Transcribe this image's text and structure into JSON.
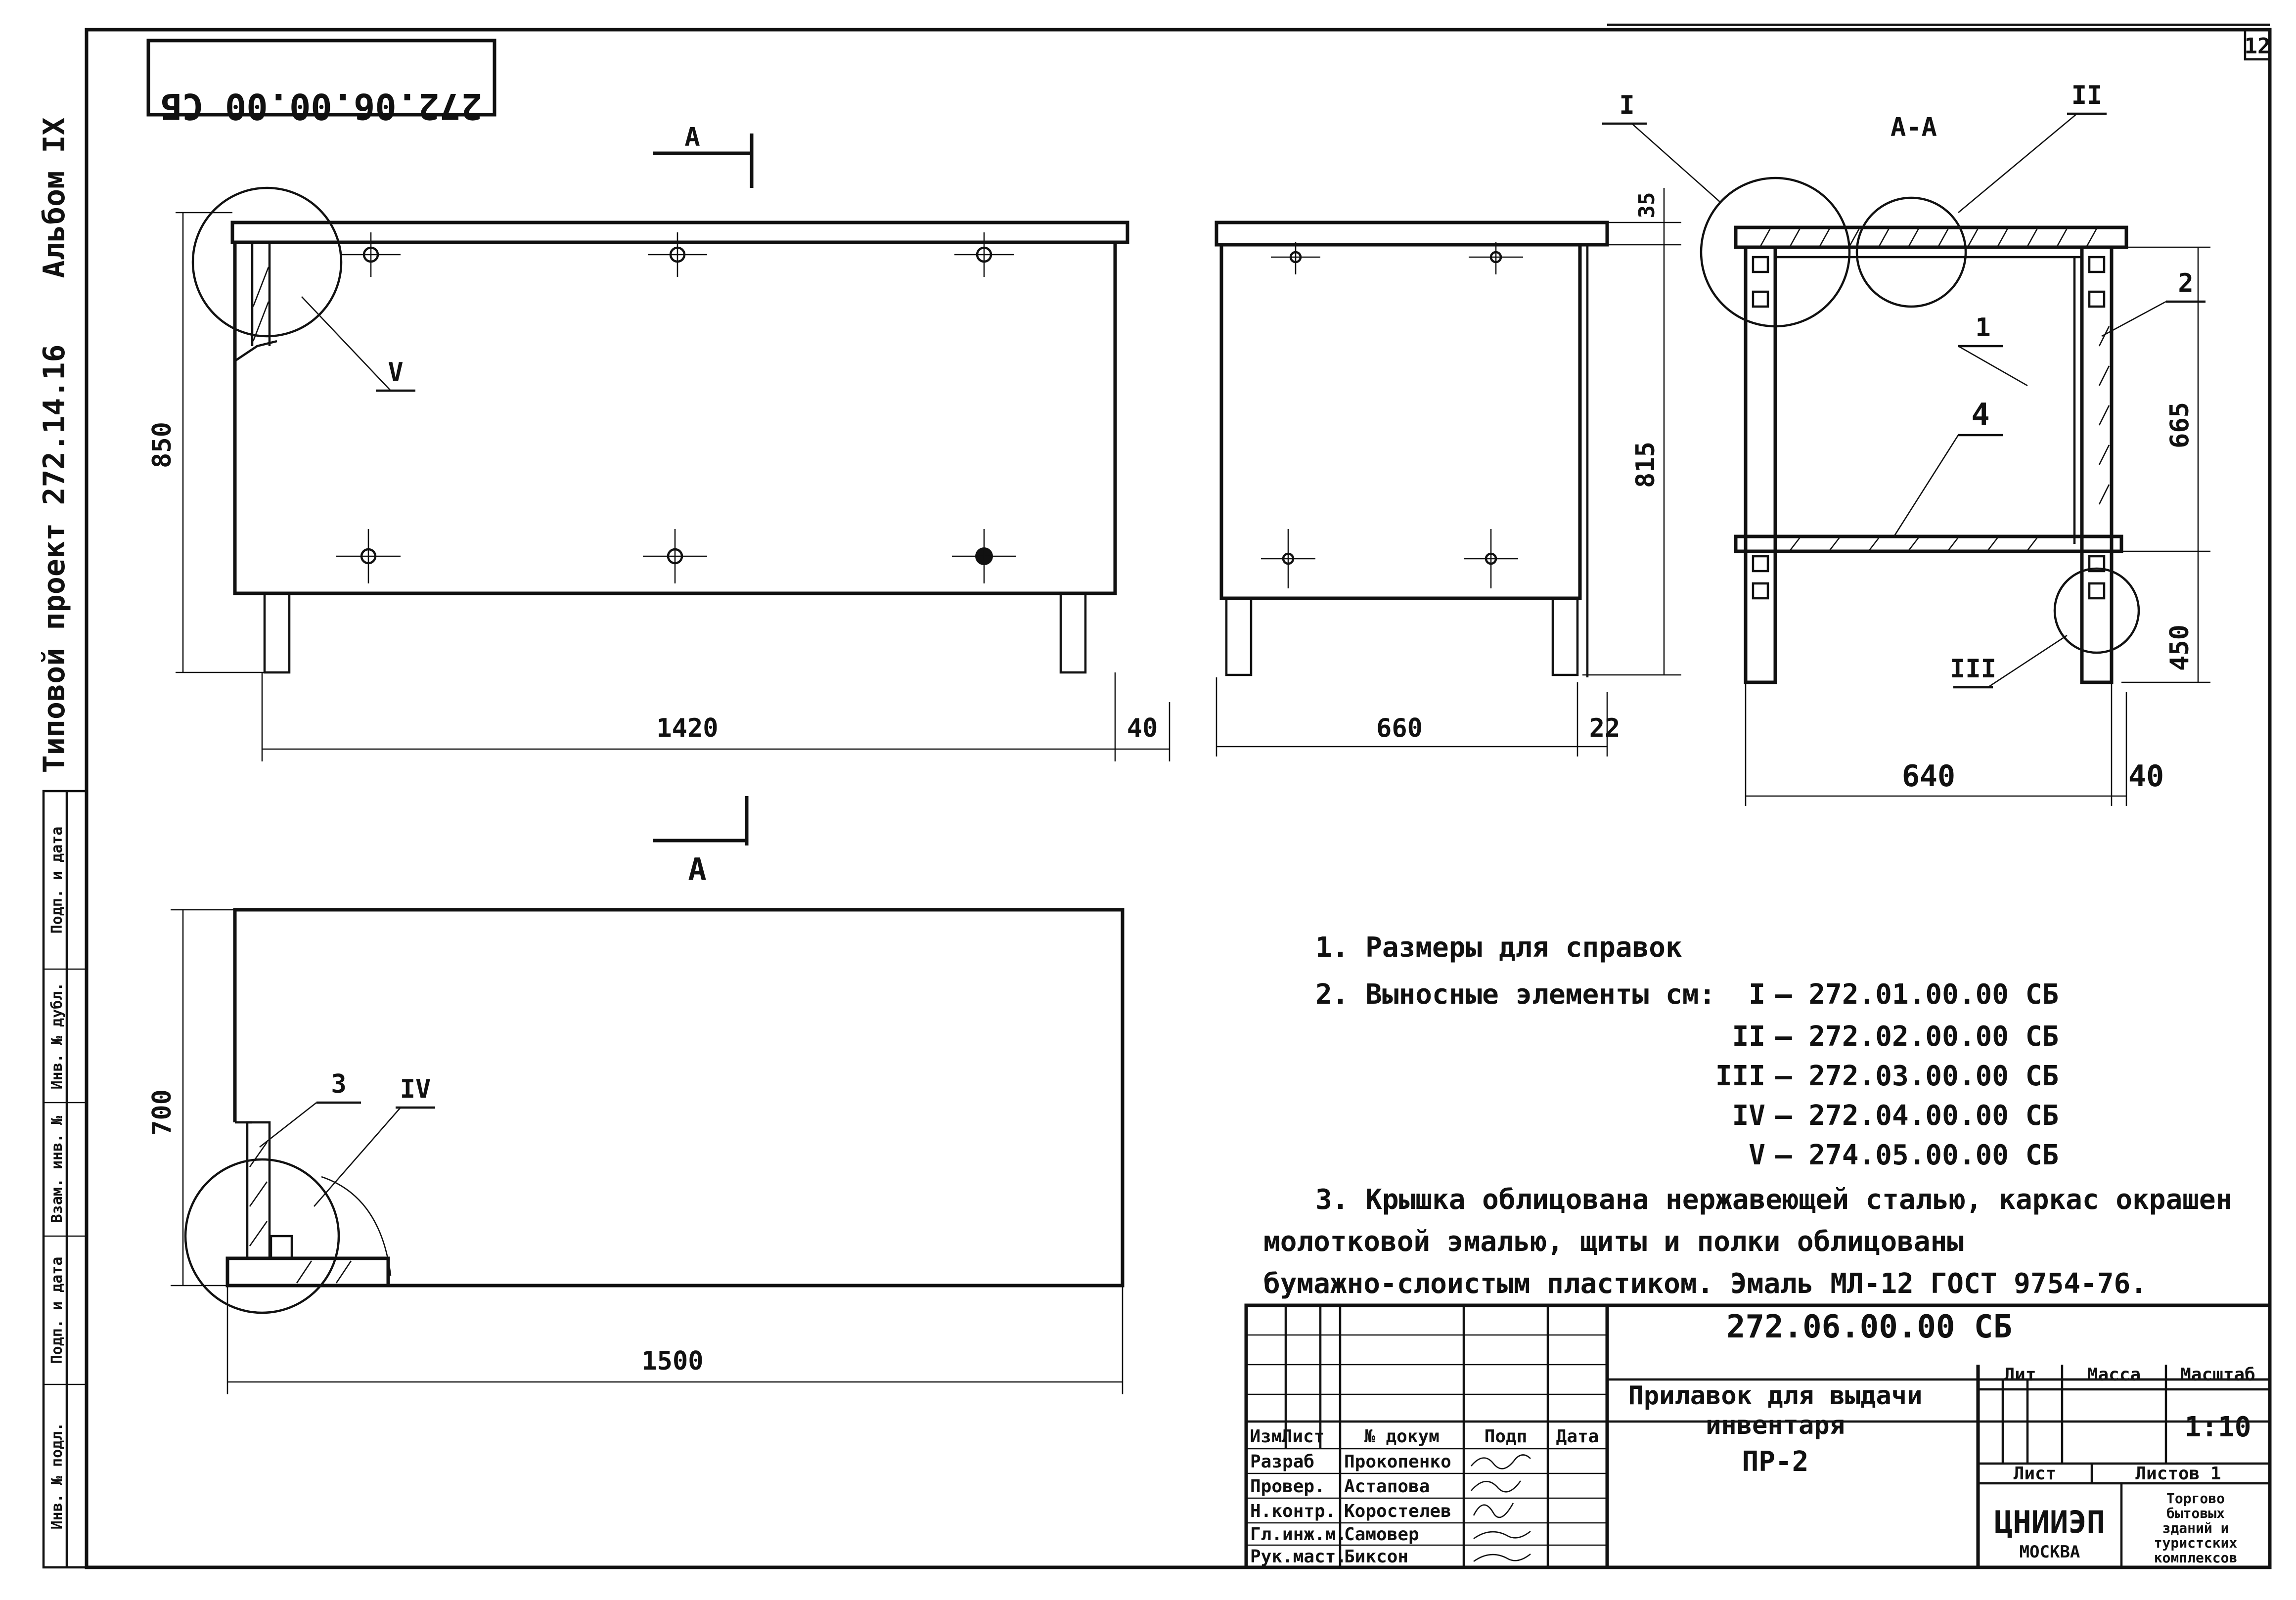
{
  "top_code": "272.06.00.00 СБ",
  "sheet_corner": "12",
  "side_margin": {
    "album": "Альбом IX",
    "project": "Типовой проект 272.14.16"
  },
  "left_stamp": [
    "Инв. № подл.",
    "Подп. и дата",
    "Взам. инв. №",
    "Инв. № дубл.",
    "Подп. и дата"
  ],
  "views": {
    "front": {
      "section_mark_top": "A",
      "section_mark_bottom": "A",
      "dims": [
        "850",
        "1420",
        "40"
      ],
      "callout": "V"
    },
    "side": {
      "dims": [
        "35",
        "815",
        "660",
        "22"
      ]
    },
    "section": {
      "title": "A-A",
      "callouts": [
        "I",
        "II",
        "III"
      ],
      "positions": [
        "1",
        "2",
        "4"
      ],
      "dims": [
        "665",
        "450",
        "640",
        "40"
      ]
    },
    "plan": {
      "dims": [
        "700",
        "1500"
      ],
      "position": "3",
      "callout": "IV"
    }
  },
  "notes": {
    "n1": "1. Размеры для справок",
    "n2_lead": "2. Выносные элементы см:",
    "refs": [
      {
        "mark": "I",
        "ref": "– 272.01.00.00 СБ"
      },
      {
        "mark": "II",
        "ref": "– 272.02.00.00 СБ"
      },
      {
        "mark": "III",
        "ref": "– 272.03.00.00 СБ"
      },
      {
        "mark": "IV",
        "ref": "– 272.04.00.00 СБ"
      },
      {
        "mark": "V",
        "ref": "– 274.05.00.00 СБ"
      }
    ],
    "n3_lines": [
      "3. Крышка облицована нержавеющей сталью, каркас окрашен",
      "молотковой эмалью, щиты и полки облицованы",
      "бумажно-слоистым пластиком. Эмаль МЛ-12 ГОСТ 9754-76."
    ]
  },
  "title_block": {
    "code": "272.06.00.00 СБ",
    "title_line1": "Прилавок для выдачи",
    "title_line2": "инвентаря",
    "title_line3": "ПР-2",
    "headers": [
      "Изм",
      "Лист",
      "№ докум",
      "Подп",
      "Дата"
    ],
    "roles": [
      {
        "role": "Разраб",
        "name": "Прокопенко"
      },
      {
        "role": "Провер.",
        "name": "Астапова"
      },
      {
        "role": "Н.контр.",
        "name": "Коростелев"
      },
      {
        "role": "Гл.инж.м.",
        "name": "Самовер"
      },
      {
        "role": "Рук.маст.",
        "name": "Биксон"
      }
    ],
    "lit_label": "Лит",
    "mass_label": "Масса",
    "scale_label": "Масштаб",
    "scale": "1:10",
    "sheet_label": "Лист",
    "sheets_label": "Листов 1",
    "org_name": "ЦНИИЭП",
    "org_city": "МОСКВА",
    "org_dept": [
      "Торгово",
      "бытовых",
      "зданий и",
      "туристских",
      "комплексов"
    ]
  }
}
